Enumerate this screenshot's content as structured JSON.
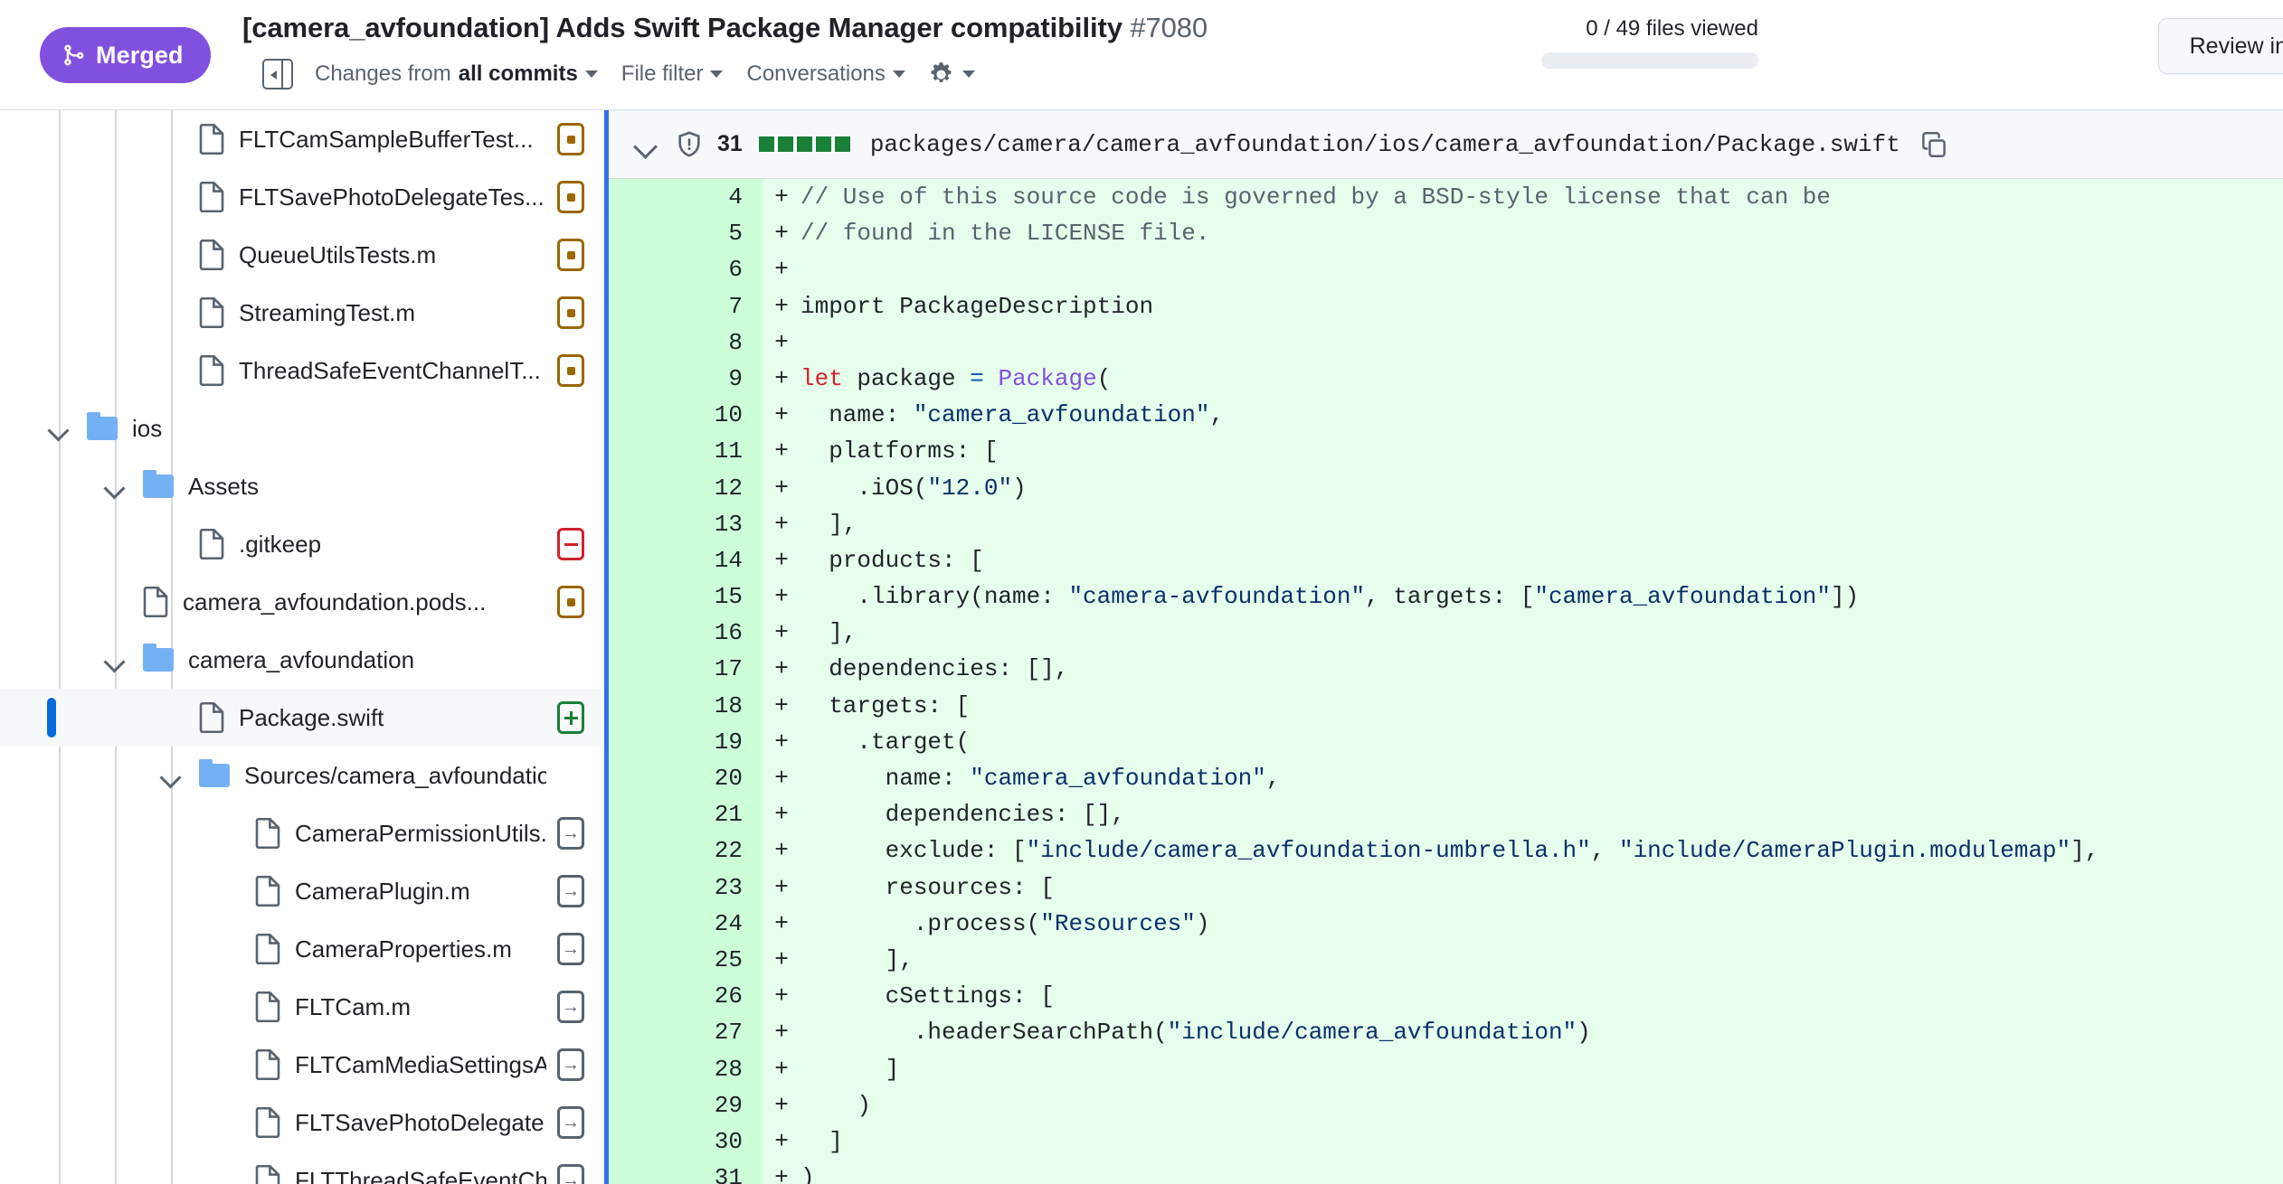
{
  "header": {
    "merged_label": "Merged",
    "merged_color": "#8250df",
    "title": "[camera_avfoundation] Adds Swift Package Manager compatibility",
    "pr_number": "#7080",
    "subnav": {
      "changes_prefix": "Changes from ",
      "changes_bold": "all commits",
      "file_filter": "File filter",
      "conversations": "Conversations"
    },
    "files_viewed": "0 / 49 files viewed",
    "review_button": "Review in"
  },
  "sidebar": {
    "items": [
      {
        "label": "FLTCamSampleBufferTest...",
        "type": "file",
        "depth": 3,
        "status": "modified",
        "selected": false
      },
      {
        "label": "FLTSavePhotoDelegateTes...",
        "type": "file",
        "depth": 3,
        "status": "modified",
        "selected": false
      },
      {
        "label": "QueueUtilsTests.m",
        "type": "file",
        "depth": 3,
        "status": "modified",
        "selected": false
      },
      {
        "label": "StreamingTest.m",
        "type": "file",
        "depth": 3,
        "status": "modified",
        "selected": false
      },
      {
        "label": "ThreadSafeEventChannelT...",
        "type": "file",
        "depth": 3,
        "status": "modified",
        "selected": false
      },
      {
        "label": "ios",
        "type": "folder",
        "depth": 1,
        "status": "none",
        "selected": false
      },
      {
        "label": "Assets",
        "type": "folder",
        "depth": 2,
        "status": "none",
        "selected": false
      },
      {
        "label": ".gitkeep",
        "type": "file",
        "depth": 3,
        "status": "removed",
        "selected": false
      },
      {
        "label": "camera_avfoundation.pods...",
        "type": "file",
        "depth": 2,
        "status": "modified",
        "selected": false
      },
      {
        "label": "camera_avfoundation",
        "type": "folder",
        "depth": 2,
        "status": "none",
        "selected": false
      },
      {
        "label": "Package.swift",
        "type": "file",
        "depth": 3,
        "status": "added",
        "selected": true
      },
      {
        "label": "Sources/camera_avfoundation",
        "type": "folder",
        "depth": 3,
        "status": "none",
        "selected": false
      },
      {
        "label": "CameraPermissionUtils.m",
        "type": "file",
        "depth": 4,
        "status": "renamed",
        "selected": false
      },
      {
        "label": "CameraPlugin.m",
        "type": "file",
        "depth": 4,
        "status": "renamed",
        "selected": false
      },
      {
        "label": "CameraProperties.m",
        "type": "file",
        "depth": 4,
        "status": "renamed",
        "selected": false
      },
      {
        "label": "FLTCam.m",
        "type": "file",
        "depth": 4,
        "status": "renamed",
        "selected": false
      },
      {
        "label": "FLTCamMediaSettingsAV...",
        "type": "file",
        "depth": 4,
        "status": "renamed",
        "selected": false
      },
      {
        "label": "FLTSavePhotoDelegate.m",
        "type": "file",
        "depth": 4,
        "status": "renamed",
        "selected": false
      },
      {
        "label": "FLTThreadSafeEventCha...",
        "type": "file",
        "depth": 4,
        "status": "renamed",
        "selected": false
      }
    ]
  },
  "diff": {
    "changes_count": "31",
    "diffstat_blocks": 5,
    "diffstat_color": "#1a7f37",
    "path": "packages/camera/camera_avfoundation/ios/camera_avfoundation/Package.swift",
    "lines": [
      {
        "n": "4",
        "m": "+",
        "tokens": [
          {
            "t": "// Use of this source code is governed by a BSD-style license that can be",
            "c": "c-com"
          }
        ]
      },
      {
        "n": "5",
        "m": "+",
        "tokens": [
          {
            "t": "// found in the LICENSE file.",
            "c": "c-com"
          }
        ]
      },
      {
        "n": "6",
        "m": "+",
        "tokens": [
          {
            "t": "",
            "c": "code"
          }
        ]
      },
      {
        "n": "7",
        "m": "+",
        "tokens": [
          {
            "t": "import PackageDescription",
            "c": "code"
          }
        ]
      },
      {
        "n": "8",
        "m": "+",
        "tokens": [
          {
            "t": "",
            "c": "code"
          }
        ]
      },
      {
        "n": "9",
        "m": "+",
        "tokens": [
          {
            "t": "let",
            "c": "c-kw"
          },
          {
            "t": " package ",
            "c": "code"
          },
          {
            "t": "=",
            "c": "c-op"
          },
          {
            "t": " ",
            "c": "code"
          },
          {
            "t": "Package",
            "c": "c-typ"
          },
          {
            "t": "(",
            "c": "code"
          }
        ]
      },
      {
        "n": "10",
        "m": "+",
        "tokens": [
          {
            "t": "  name: ",
            "c": "code"
          },
          {
            "t": "\"camera_avfoundation\"",
            "c": "c-str"
          },
          {
            "t": ",",
            "c": "code"
          }
        ]
      },
      {
        "n": "11",
        "m": "+",
        "tokens": [
          {
            "t": "  platforms: [",
            "c": "code"
          }
        ]
      },
      {
        "n": "12",
        "m": "+",
        "tokens": [
          {
            "t": "    .iOS(",
            "c": "code"
          },
          {
            "t": "\"12.0\"",
            "c": "c-str"
          },
          {
            "t": ")",
            "c": "code"
          }
        ]
      },
      {
        "n": "13",
        "m": "+",
        "tokens": [
          {
            "t": "  ],",
            "c": "code"
          }
        ]
      },
      {
        "n": "14",
        "m": "+",
        "tokens": [
          {
            "t": "  products: [",
            "c": "code"
          }
        ]
      },
      {
        "n": "15",
        "m": "+",
        "tokens": [
          {
            "t": "    .library(name: ",
            "c": "code"
          },
          {
            "t": "\"camera-avfoundation\"",
            "c": "c-str"
          },
          {
            "t": ", targets: [",
            "c": "code"
          },
          {
            "t": "\"camera_avfoundation\"",
            "c": "c-str"
          },
          {
            "t": "])",
            "c": "code"
          }
        ]
      },
      {
        "n": "16",
        "m": "+",
        "tokens": [
          {
            "t": "  ],",
            "c": "code"
          }
        ]
      },
      {
        "n": "17",
        "m": "+",
        "tokens": [
          {
            "t": "  dependencies: [],",
            "c": "code"
          }
        ]
      },
      {
        "n": "18",
        "m": "+",
        "tokens": [
          {
            "t": "  targets: [",
            "c": "code"
          }
        ]
      },
      {
        "n": "19",
        "m": "+",
        "tokens": [
          {
            "t": "    .target(",
            "c": "code"
          }
        ]
      },
      {
        "n": "20",
        "m": "+",
        "tokens": [
          {
            "t": "      name: ",
            "c": "code"
          },
          {
            "t": "\"camera_avfoundation\"",
            "c": "c-str"
          },
          {
            "t": ",",
            "c": "code"
          }
        ]
      },
      {
        "n": "21",
        "m": "+",
        "tokens": [
          {
            "t": "      dependencies: [],",
            "c": "code"
          }
        ]
      },
      {
        "n": "22",
        "m": "+",
        "tokens": [
          {
            "t": "      exclude: [",
            "c": "code"
          },
          {
            "t": "\"include/camera_avfoundation-umbrella.h\"",
            "c": "c-str"
          },
          {
            "t": ", ",
            "c": "code"
          },
          {
            "t": "\"include/CameraPlugin.modulemap\"",
            "c": "c-str"
          },
          {
            "t": "],",
            "c": "code"
          }
        ]
      },
      {
        "n": "23",
        "m": "+",
        "tokens": [
          {
            "t": "      resources: [",
            "c": "code"
          }
        ]
      },
      {
        "n": "24",
        "m": "+",
        "tokens": [
          {
            "t": "        .process(",
            "c": "code"
          },
          {
            "t": "\"Resources\"",
            "c": "c-str"
          },
          {
            "t": ")",
            "c": "code"
          }
        ]
      },
      {
        "n": "25",
        "m": "+",
        "tokens": [
          {
            "t": "      ],",
            "c": "code"
          }
        ]
      },
      {
        "n": "26",
        "m": "+",
        "tokens": [
          {
            "t": "      cSettings: [",
            "c": "code"
          }
        ]
      },
      {
        "n": "27",
        "m": "+",
        "tokens": [
          {
            "t": "        .headerSearchPath(",
            "c": "code"
          },
          {
            "t": "\"include/camera_avfoundation\"",
            "c": "c-str"
          },
          {
            "t": ")",
            "c": "code"
          }
        ]
      },
      {
        "n": "28",
        "m": "+",
        "tokens": [
          {
            "t": "      ]",
            "c": "code"
          }
        ]
      },
      {
        "n": "29",
        "m": "+",
        "tokens": [
          {
            "t": "    )",
            "c": "code"
          }
        ]
      },
      {
        "n": "30",
        "m": "+",
        "tokens": [
          {
            "t": "  ]",
            "c": "code"
          }
        ]
      },
      {
        "n": "31",
        "m": "+",
        "tokens": [
          {
            "t": ")",
            "c": "code"
          }
        ]
      }
    ]
  }
}
